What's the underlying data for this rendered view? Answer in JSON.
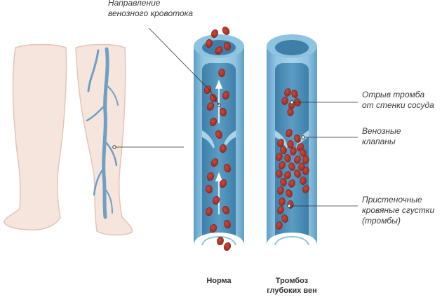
{
  "labels": {
    "flow_direction": [
      "Направление",
      "венозного кровотока"
    ],
    "clot_detach": [
      "Отрыв тромба",
      "от стенки сосуда"
    ],
    "valves": [
      "Венозные",
      "клапаны"
    ],
    "wall_clots": [
      "Пристеночные",
      "кровяные сгустки",
      "(тромбы)"
    ]
  },
  "captions": {
    "normal": [
      "Норма"
    ],
    "thrombosis": [
      "Тромбоз",
      "глубоких вен"
    ]
  },
  "colors": {
    "vessel_light": "#8fc4e0",
    "vessel_mid": "#5d9fc7",
    "vessel_dark": "#3f7ea8",
    "blood_cell": "#a8322a",
    "blood_cell_highlight": "#c9493d",
    "skin": "#f6e5dc",
    "skin_outline": "#e2c6b8",
    "vein": "#6f9fc2",
    "leader_line": "#333333"
  },
  "icons": {
    "flow_arrow": "up-arrow-icon",
    "valve": "valve-icon"
  }
}
